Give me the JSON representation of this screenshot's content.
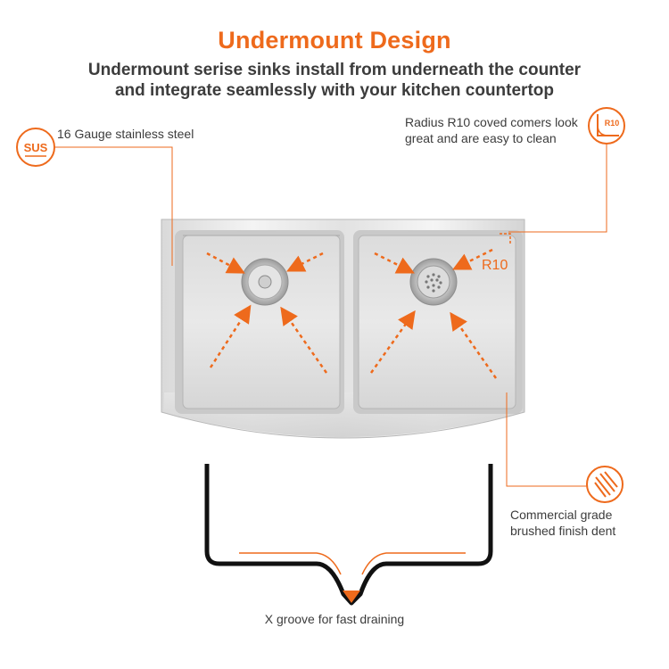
{
  "header": {
    "title": "Undermount Design",
    "subtitle_line1": "Undermount serise sinks install from underneath the counter",
    "subtitle_line2": "and integrate seamlessly with your kitchen countertop"
  },
  "callouts": {
    "steel": {
      "badge": "SUS",
      "text": "16 Gauge stainless steel"
    },
    "radius": {
      "badge": "R10",
      "line1": "Radius R10 coved comers look",
      "line2": "great and are easy to clean",
      "corner_label": "R10"
    },
    "brushed": {
      "line1": "Commercial grade",
      "line2": "brushed finish dent"
    },
    "groove": {
      "text": "X groove for fast draining"
    }
  },
  "colors": {
    "accent": "#ee6a1c",
    "text": "#3c3c3c",
    "steel_light": "#e8e8e8",
    "steel_dark": "#9a9a9a"
  },
  "icons": {
    "sus_badge": "sus-badge-icon",
    "r10_badge": "r10-corner-icon",
    "brushed_badge": "brushed-lines-icon",
    "drain": "drain-strainer-icon"
  }
}
